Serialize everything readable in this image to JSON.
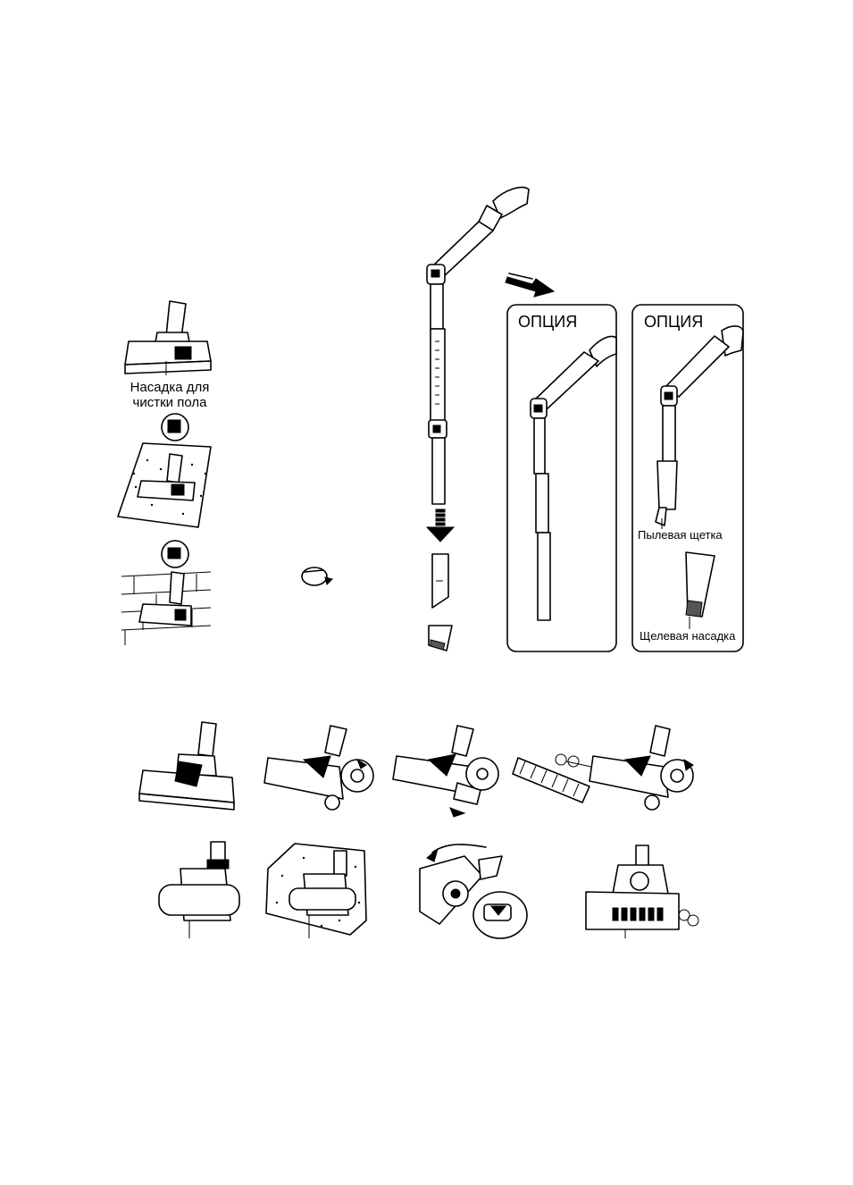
{
  "labels": {
    "floor_nozzle_line1": "Насадка для",
    "floor_nozzle_line2": "чистки пола",
    "option_box_1": "ОПЦИЯ",
    "option_box_2": "ОПЦИЯ",
    "dust_brush": "Пылевая щетка",
    "crevice_nozzle": "Щелевая насадка"
  }
}
